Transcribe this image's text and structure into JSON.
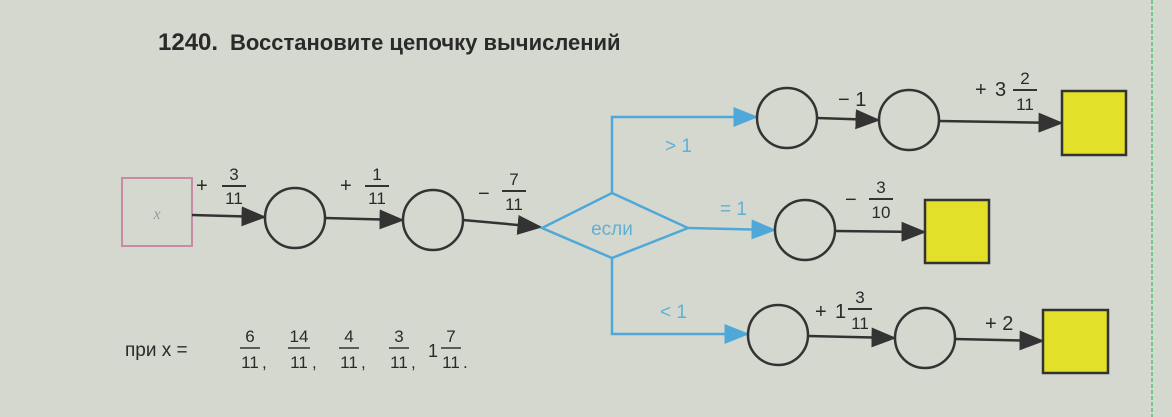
{
  "title": {
    "number": "1240.",
    "text": "Восстановите цепочку вычислений"
  },
  "start": {
    "label": "x"
  },
  "chain": {
    "op1": {
      "sign": "+",
      "num": "3",
      "den": "11"
    },
    "op2": {
      "sign": "+",
      "num": "1",
      "den": "11"
    },
    "op3": {
      "sign": "−",
      "num": "7",
      "den": "11"
    }
  },
  "decision": {
    "label": "если"
  },
  "branches": {
    "gt": {
      "condition": "> 1",
      "op1": {
        "text": "− 1"
      },
      "op2": {
        "sign": "+",
        "whole": "3",
        "num": "2",
        "den": "11"
      }
    },
    "eq": {
      "condition": "= 1",
      "op1": {
        "sign": "−",
        "num": "3",
        "den": "10"
      }
    },
    "lt": {
      "condition": "< 1",
      "op1": {
        "sign": "+",
        "whole": "1",
        "num": "3",
        "den": "11"
      },
      "op2": {
        "text": "+ 2"
      }
    }
  },
  "values": {
    "prefix": "при x =",
    "items": [
      {
        "num": "6",
        "den": "11"
      },
      {
        "num": "14",
        "den": "11"
      },
      {
        "num": "4",
        "den": "11"
      },
      {
        "num": "3",
        "den": "11"
      },
      {
        "whole": "1",
        "num": "7",
        "den": "11"
      }
    ]
  },
  "colors": {
    "result_box": "#e3e02a",
    "flow_blue": "#4fa8d8",
    "start_box": "#c98aa8"
  }
}
